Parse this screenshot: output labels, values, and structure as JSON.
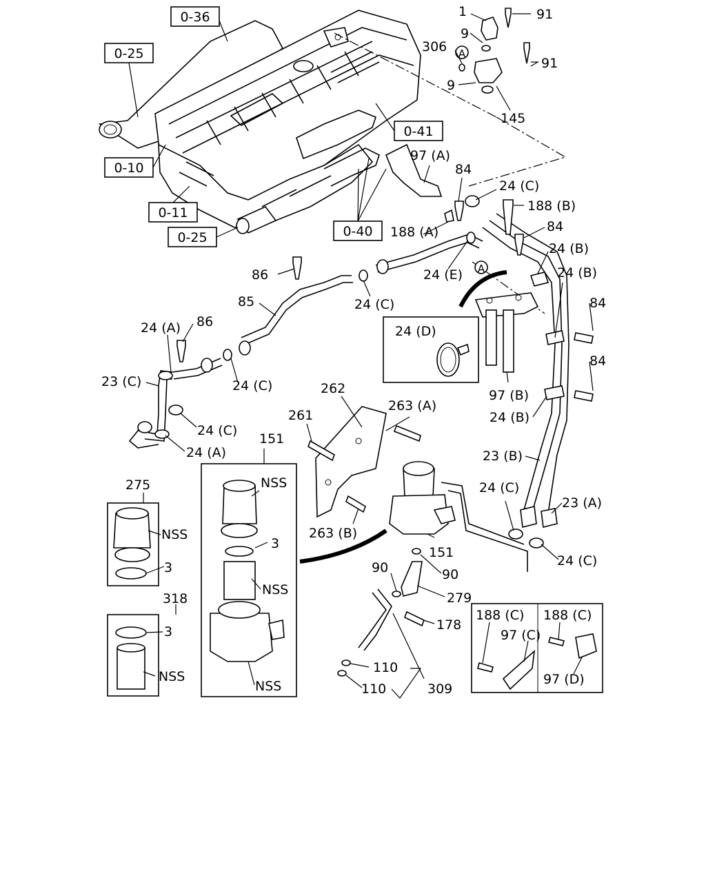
{
  "callouts": {
    "c1": "1",
    "c91a": "91",
    "c9a": "9",
    "c306": "306",
    "c91b": "91",
    "c9b": "9",
    "c145": "145",
    "c97a": "97 (A)",
    "c84a": "84",
    "c24c_a": "24 (C)",
    "c188b": "188 (B)",
    "c84b": "84",
    "c24b_a": "24 (B)",
    "c24b_b": "24 (B)",
    "c84c": "84",
    "c84d": "84",
    "c188a": "188 (A)",
    "c24e": "24 (E)",
    "c86a": "86",
    "c85": "85",
    "c24c_b": "24 (C)",
    "c24d": "24 (D)",
    "c24a_a": "24 (A)",
    "c86b": "86",
    "c23c": "23 (C)",
    "c24c_c": "24 (C)",
    "c24c_d": "24 (C)",
    "c24a_b": "24 (A)",
    "c97b": "97 (B)",
    "c24b_c": "24 (B)",
    "c262": "262",
    "c263a": "263 (A)",
    "c261": "261",
    "c23b": "23 (B)",
    "c151a": "151",
    "c275": "275",
    "cnss1": "NSS",
    "cnss2": "NSS",
    "c3a": "3",
    "c3b": "3",
    "cnss3": "NSS",
    "c263b": "263 (B)",
    "c24c_e": "24 (C)",
    "c23a": "23 (A)",
    "c151b": "151",
    "c24c_f": "24 (C)",
    "c90a": "90",
    "c90b": "90",
    "c279": "279",
    "c318": "318",
    "c178": "178",
    "c3c": "3",
    "cnss4": "NSS",
    "cnss5": "NSS",
    "c188c_a": "188 (C)",
    "c188c_b": "188 (C)",
    "c97c": "97 (C)",
    "c97d": "97 (D)",
    "c110a": "110",
    "c110b": "110",
    "c309": "309"
  },
  "references": {
    "r036": "0-36",
    "r025a": "0-25",
    "r010": "0-10",
    "r011": "0-11",
    "r025b": "0-25",
    "r041": "0-41",
    "r040": "0-40"
  },
  "markers": {
    "ma": "A",
    "mb": "A"
  }
}
